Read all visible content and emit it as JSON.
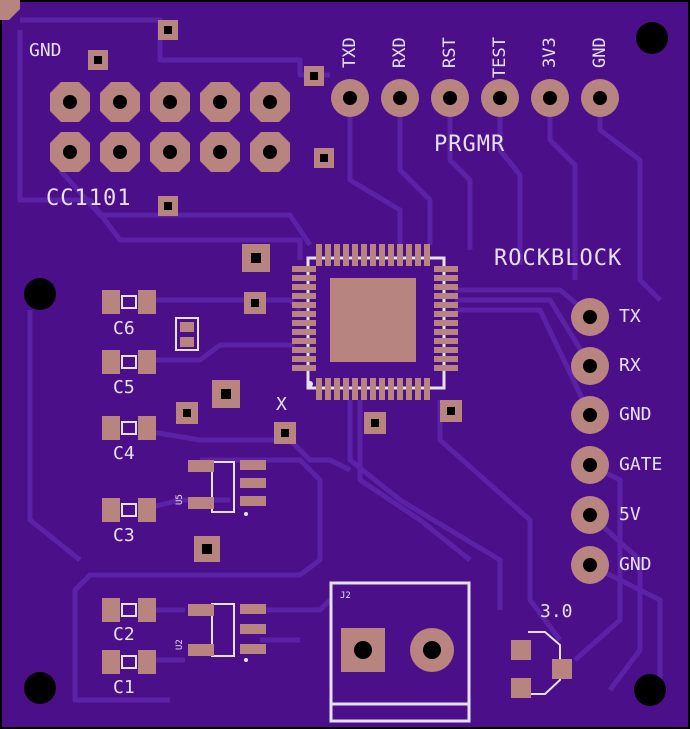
{
  "colors": {
    "board": "#4b0f8a",
    "trace": "#5a23a3",
    "trace_edge": "#3c0a72",
    "pad": "#b88480",
    "silk": "#e6e0f0",
    "hole": "#000000"
  },
  "labels": {
    "gnd_top": "GND",
    "cc1101": "CC1101",
    "prgmr": "PRGMR",
    "rockblock": "ROCKBLOCK",
    "x_mark": "X",
    "version": "3.0",
    "u5": "U5",
    "u2": "U2",
    "j2": "J2"
  },
  "prgmr_pins": [
    "TXD",
    "RXD",
    "RST",
    "TEST",
    "3V3",
    "GND"
  ],
  "rockblock_pins": [
    "TX",
    "RX",
    "GND",
    "GATE",
    "5V",
    "GND"
  ],
  "capacitors": [
    "C6",
    "C5",
    "C4",
    "C3",
    "C2",
    "C1"
  ]
}
